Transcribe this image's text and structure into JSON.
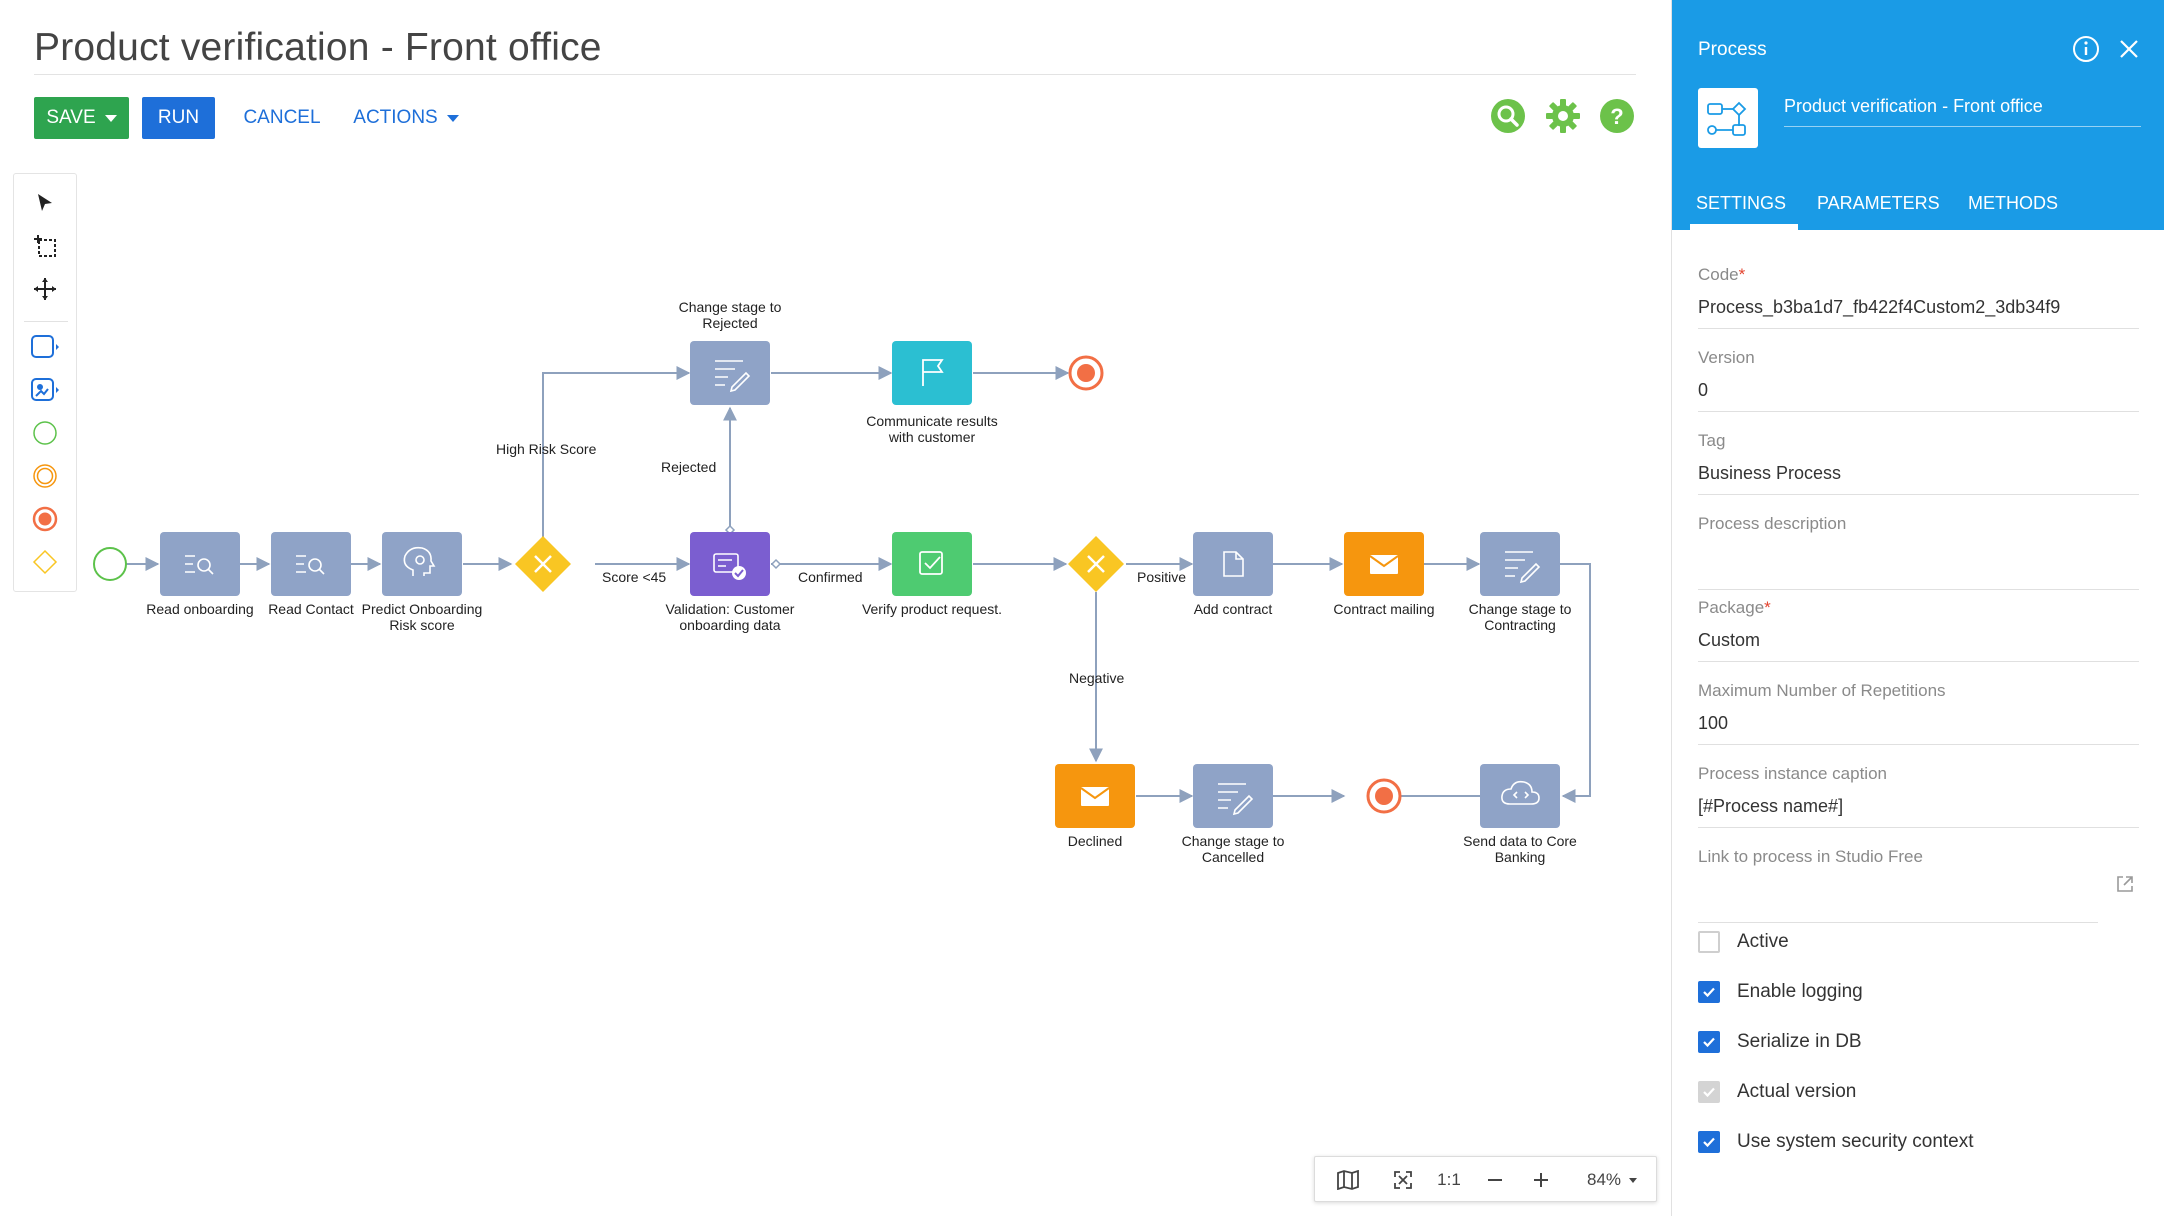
{
  "header": {
    "title": "Product verification - Front office",
    "save_label": "SAVE",
    "run_label": "RUN",
    "cancel_label": "CANCEL",
    "actions_label": "ACTIONS"
  },
  "toolbar_icons": [
    "search-icon",
    "gear-icon",
    "help-icon"
  ],
  "palette": [
    "pointer-tool-icon",
    "lasso-select-icon",
    "pan-move-icon",
    "task-tool-icon",
    "user-task-tool-icon",
    "start-event-tool-icon",
    "intermediate-event-tool-icon",
    "end-event-tool-icon",
    "gateway-tool-icon"
  ],
  "diagram": {
    "nodes": [
      {
        "label": "Read onboarding"
      },
      {
        "label": "Read Contact"
      },
      {
        "label": "Predict Onboarding\nRisk score"
      },
      {
        "label": "Validation: Customer\nonboarding data"
      },
      {
        "label": "Change stage to\nRejected"
      },
      {
        "label": "Communicate results\nwith customer"
      },
      {
        "label": "Verify product request."
      },
      {
        "label": "Add contract"
      },
      {
        "label": "Contract mailing"
      },
      {
        "label": "Change stage to\nContracting"
      },
      {
        "label": "Declined"
      },
      {
        "label": "Change stage to\nCancelled"
      },
      {
        "label": "Send data to Core\nBanking"
      }
    ],
    "edge_labels": {
      "high_risk": "High Risk Score",
      "score": "Score <45",
      "rejected": "Rejected",
      "confirmed": "Confirmed",
      "positive": "Positive",
      "negative": "Negative"
    },
    "colors": {
      "task": "#8fa3c7",
      "script": "#7b5ed0",
      "flag": "#2bbfd2",
      "verify": "#4ecb71",
      "mail": "#f6960e",
      "gateway": "#f9c623",
      "end": "#f26f45",
      "start": "#5cc24a",
      "line": "#8ea1bd"
    }
  },
  "zoom": {
    "one_to_one": "1:1",
    "level": "84%"
  },
  "panel": {
    "caption": "Process",
    "process_name": "Product verification - Front office",
    "tabs": [
      "SETTINGS",
      "PARAMETERS",
      "METHODS"
    ],
    "active_tab": "SETTINGS",
    "fields": {
      "code": {
        "label": "Code",
        "value": "Process_b3ba1d7_fb422f4Custom2_3db34f9"
      },
      "version": {
        "label": "Version",
        "value": "0"
      },
      "tag": {
        "label": "Tag",
        "value": "Business Process"
      },
      "description": {
        "label": "Process description",
        "value": ""
      },
      "package": {
        "label": "Package",
        "value": "Custom"
      },
      "max_repetitions": {
        "label": "Maximum Number of Repetitions",
        "value": "100"
      },
      "instance_caption": {
        "label": "Process instance caption",
        "value": "[#Process name#]"
      },
      "studio_link": {
        "label": "Link to process in Studio Free",
        "value": ""
      }
    },
    "checkboxes": [
      {
        "label": "Active",
        "checked": false
      },
      {
        "label": "Enable logging",
        "checked": true
      },
      {
        "label": "Serialize in DB",
        "checked": true
      },
      {
        "label": "Actual version",
        "checked": true,
        "disabled": true
      },
      {
        "label": "Use system security context",
        "checked": true
      }
    ],
    "accent": "#1a9be6"
  }
}
